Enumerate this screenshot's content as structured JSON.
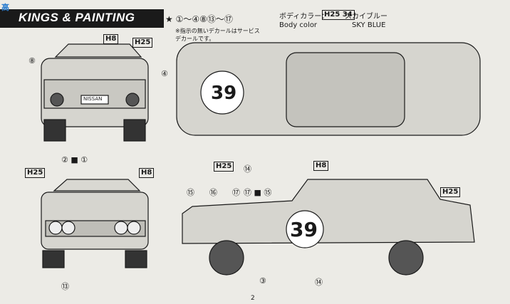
{
  "header": {
    "watermark_logo": "高",
    "watermark_sub": "",
    "title": "KINGS & PAINTING",
    "star_legend": "★ ①～④⑧⑬～⑰",
    "note_line1": "※指示の無いデカールはサービス",
    "note_line2": "デカールです。",
    "body_color_jp": "ボディカラー：",
    "body_color_en": "Body color",
    "body_color_codes": "H25 34",
    "sky_blue_jp": "スカイブルー",
    "sky_blue_en": "SKY BLUE"
  },
  "labels": {
    "h8": "H8",
    "h25": "H25",
    "n8": "⑧",
    "n4": "④",
    "n14": "⑭",
    "n13": "⑬",
    "n3": "③",
    "n2_1": "② ■ ①",
    "n15": "⑮",
    "n16": "⑯",
    "n17": "⑰",
    "n17_15": "⑰ ■ ⑮",
    "race_number": "39",
    "plate": "NISSAN"
  },
  "page_number": "2"
}
